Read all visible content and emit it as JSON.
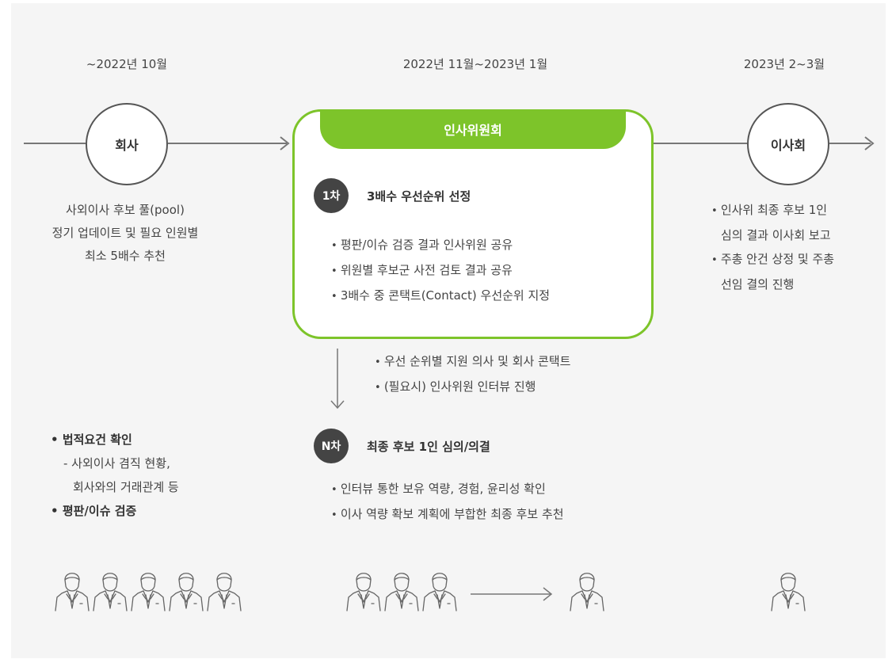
{
  "periods": {
    "p1": "~2022년 10월",
    "p2": "2022년 11월~2023년 1월",
    "p3": "2023년 2~3월"
  },
  "nodes": {
    "company": "회사",
    "board": "이사회",
    "committee": "인사위원회"
  },
  "company_desc": {
    "line1": "사외이사 후보 풀(pool)",
    "line2": "정기 업데이트 및 필요 인원별",
    "line3": "최소 5배수 추천"
  },
  "stage1": {
    "badge": "1차",
    "title": "3배수 우선순위 선정",
    "items": [
      "평판/이슈 검증 결과 인사위원 공유",
      "위원별 후보군 사전 검토 결과 공유",
      "3배수 중 콘택트(Contact) 우선순위 지정"
    ]
  },
  "between": {
    "items": [
      "우선 순위별 지원 의사 및 회사 콘택트",
      "(필요시) 인사위원 인터뷰 진행"
    ]
  },
  "stageN": {
    "badge": "N차",
    "title": "최종 후보 1인 심의/의결",
    "items": [
      "인터뷰 통한 보유 역량, 경험, 윤리성 확인",
      "이사 역량 확보 계획에 부합한 최종 후보 추천"
    ]
  },
  "board_desc": {
    "item1": {
      "line1": "인사위 최종 후보 1인",
      "line2": "심의 결과 이사회 보고"
    },
    "item2": {
      "line1": "주총 안건 상정 및 주총",
      "line2": "선임 결의 진행"
    }
  },
  "checks": {
    "legal": "법적요건 확인",
    "legal_sub1": "- 사외이사 겸직 현황,",
    "legal_sub2": "회사와의 거래관계 등",
    "reputation": "평판/이슈 검증"
  },
  "people": {
    "group1": 5,
    "group2": 3,
    "group3": 1,
    "group4": 1
  },
  "colors": {
    "accent": "#7dc42a",
    "badge": "#444444",
    "line": "#777777",
    "background": "#f5f5f5"
  }
}
